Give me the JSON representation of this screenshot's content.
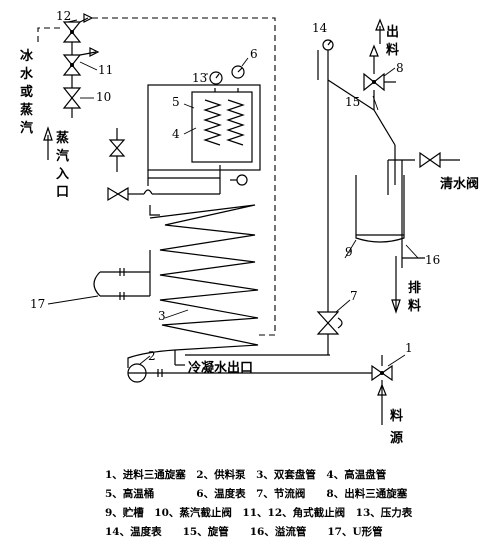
{
  "labels": {
    "n12": "12",
    "n11": "11",
    "n10": "10",
    "n6": "6",
    "n13": "13",
    "n5": "5",
    "n4": "4",
    "n14": "14",
    "n8": "8",
    "n15": "15",
    "n9": "9",
    "n16": "16",
    "n7": "7",
    "n17": "17",
    "n3": "3",
    "n2": "2",
    "n1": "1",
    "ice": [
      "冰",
      "水",
      "或",
      "蒸",
      "汽"
    ],
    "steam_in": [
      "蒸",
      "汽",
      "入",
      "口"
    ],
    "product_out": [
      "出",
      "料"
    ],
    "clear_valve": "清水阀",
    "drain": [
      "排",
      "料"
    ],
    "feed": [
      "料",
      "源"
    ],
    "condensate_out": "冷凝水出口"
  },
  "legend": [
    "1、进料三通旋塞　2、供料泵　3、双套盘管　4、高温盘管",
    "5、高温桶　　　　6、温度表　7、节流阀　　8、出料三通旋塞",
    "9、贮槽　10、蒸汽截止阀　11、12、角式截止阀　13、压力表",
    "14、温度表　　15、旋管　　16、溢流管　　17、U形管"
  ]
}
